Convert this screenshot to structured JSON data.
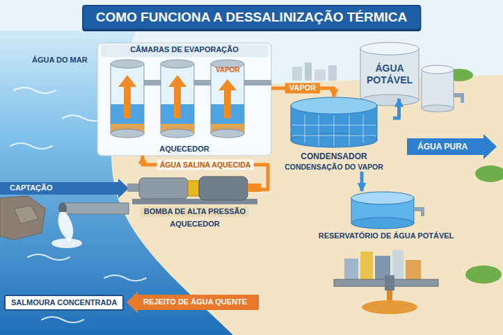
{
  "diagram": {
    "title": "COMO FUNCIONA A DESSALINIZAÇÃO TÉRMICA",
    "nodes": [
      {
        "text": [
          "CÂMARAS DE EVAPORAÇÃO",
          "AQUECEDOR"
        ]
      },
      {
        "text": [
          "CONDENSADOR",
          "CONDENSAÇÃO DO VAPOR"
        ]
      },
      {
        "text": [
          "ÁGUA POTÁVEL"
        ]
      },
      {
        "text": [
          "BOMBA DE ALTA PRESSÃO",
          "AQUECEDOR"
        ]
      },
      {
        "text": [
          "RESERVATÓRIO DE ÁGUA POTÁVEL"
        ]
      },
      {
        "text": [
          "SALMOURA CONCENTRADA"
        ]
      }
    ],
    "edges": [
      {
        "from": 3,
        "to": 0,
        "label": "ÁGUA SALINA AQUECIDA",
        "arrow": "to"
      },
      {
        "from": 0,
        "to": 1,
        "label": "VAPOR",
        "arrow": "to"
      },
      {
        "from": 1,
        "to": 2,
        "arrow": "to"
      },
      {
        "from": 1,
        "to": 4,
        "arrow": "to"
      }
    ],
    "labels": [
      "ÁGUA DO MAR",
      "VAPOR",
      "CAPTAÇÃO",
      "ÁGUA PURA",
      "REJEITO DE ÁGUA QUENTE"
    ]
  }
}
